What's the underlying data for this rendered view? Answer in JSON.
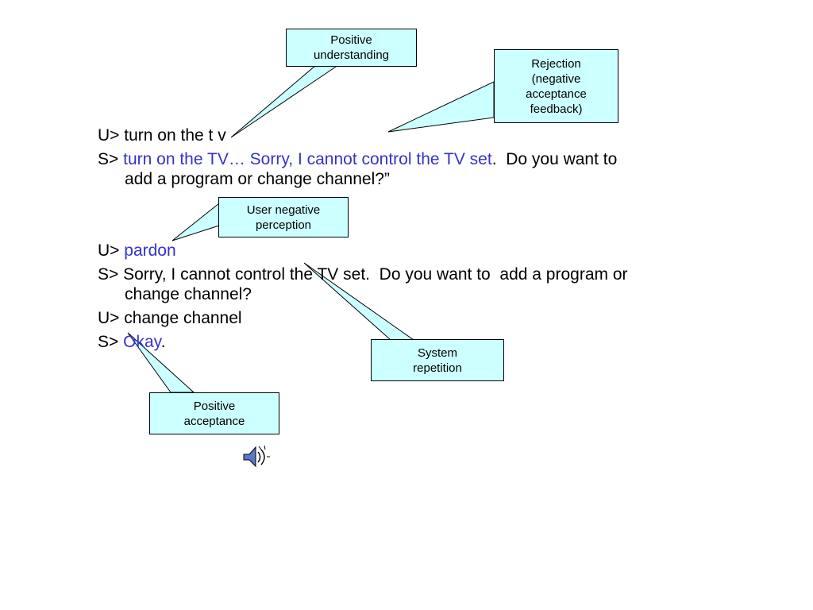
{
  "colors": {
    "dialogue_highlight_blue": "#3333cc",
    "callout_fill": "#ccffff",
    "callout_border": "#000000",
    "background": "#ffffff"
  },
  "callouts": {
    "positive_understanding": {
      "lines": [
        "Positive",
        "understanding"
      ]
    },
    "rejection": {
      "lines": [
        "Rejection",
        "(negative",
        "acceptance",
        "feedback)"
      ]
    },
    "user_negative_perception": {
      "lines": [
        "User negative",
        "perception"
      ]
    },
    "system_repetition": {
      "lines": [
        "System",
        "repetition"
      ]
    },
    "positive_acceptance": {
      "lines": [
        "Positive",
        "acceptance"
      ]
    }
  },
  "dialogue": {
    "u1": "U> turn on the t v",
    "s1_prefix": "S> ",
    "s1_blue": "turn on the TV… Sorry, I cannot control the TV set",
    "s1_black": ".  Do you want to",
    "s1_line2": "add a program or change channel?”",
    "u2_prefix": "U> ",
    "u2_blue": "pardon",
    "s2_line1": "S> Sorry, I cannot control the TV set.  Do you want to  add a program or",
    "s2_line2": "change channel?",
    "u3": "U> change channel",
    "s3_prefix": "S> ",
    "s3_blue": "Okay",
    "s3_black": "."
  },
  "icons": {
    "speaker": "speaker-audio-icon"
  }
}
